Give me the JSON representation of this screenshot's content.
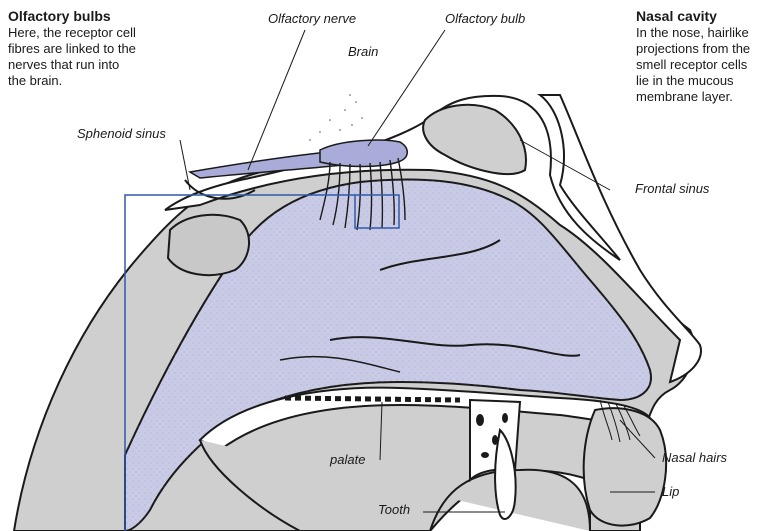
{
  "diagram": {
    "blocks": {
      "olfactory_bulbs": {
        "heading": "Olfactory bulbs",
        "lines": [
          "Here, the receptor cell",
          "fibres are linked to the",
          "nerves that run into",
          "the brain."
        ]
      },
      "nasal_cavity": {
        "heading": "Nasal cavity",
        "lines": [
          "In the nose, hairlike",
          "projections from the",
          "smell receptor cells",
          "lie in the mucous",
          "membrane layer."
        ]
      }
    },
    "labels": {
      "olfactory_nerve": "Olfactory nerve",
      "olfactory_bulb": "Olfactory bulb",
      "brain": "Brain",
      "sphenoid_sinus": "Sphenoid sinus",
      "frontal_sinus": "Frontal sinus",
      "palate": "palate",
      "nasal_hairs": "Nasal hairs",
      "lip": "Lip",
      "tooth": "Tooth"
    },
    "colors": {
      "cavity": "#c9cbe6",
      "bulb": "#a9acd8",
      "tissue": "#c8c8c8",
      "bone_bg": "#ffffff",
      "outline": "#1a1a1a",
      "highlight_box": "#2f5aa8"
    }
  }
}
